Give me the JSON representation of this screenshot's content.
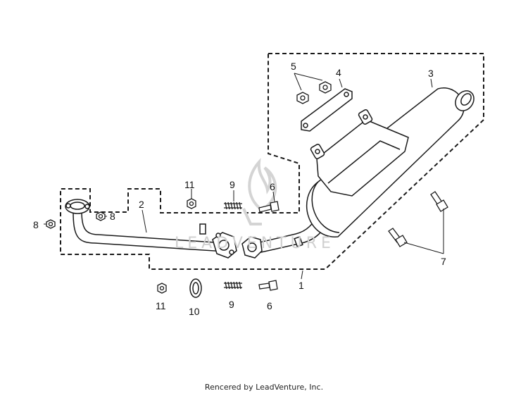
{
  "diagram": {
    "callouts": {
      "c1": "1",
      "c2": "2",
      "c3": "3",
      "c4": "4",
      "c5": "5",
      "c6a": "6",
      "c6b": "6",
      "c7": "7",
      "c8a": "8",
      "c8b": "8",
      "c9a": "9",
      "c9b": "9",
      "c10": "10",
      "c11a": "11",
      "c11b": "11"
    },
    "watermark": "LEADVENTURE",
    "watermark_logo": "flame-logo",
    "line_color": "#1a1a1a",
    "part_fill": "#ffffff",
    "shade_fill": "#d9d9d9"
  },
  "footer": {
    "credit": "Rencered by LeadVenture, Inc."
  }
}
